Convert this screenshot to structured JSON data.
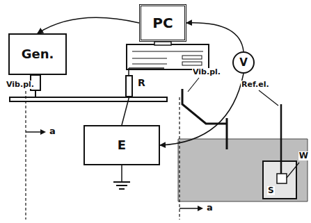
{
  "diagram": {
    "nodes": [
      {
        "text": [
          "PC"
        ]
      },
      {
        "text": [
          "Gen."
        ]
      },
      {
        "text": [
          "V"
        ]
      },
      {
        "text": [
          "R"
        ]
      },
      {
        "text": [
          "E"
        ]
      }
    ],
    "edges": [
      {
        "from": 0,
        "to": 1,
        "arrow": "to"
      },
      {
        "from": 2,
        "to": 0,
        "arrow": "to"
      },
      {
        "from": 2,
        "to": 4,
        "arrow": "to"
      },
      {
        "from": 3,
        "to": 4,
        "arrow": "none"
      }
    ],
    "labels": [
      "Vib.pl.",
      "a",
      "Vib.pl.",
      "Ref.el.",
      "W",
      "S",
      "a"
    ]
  }
}
